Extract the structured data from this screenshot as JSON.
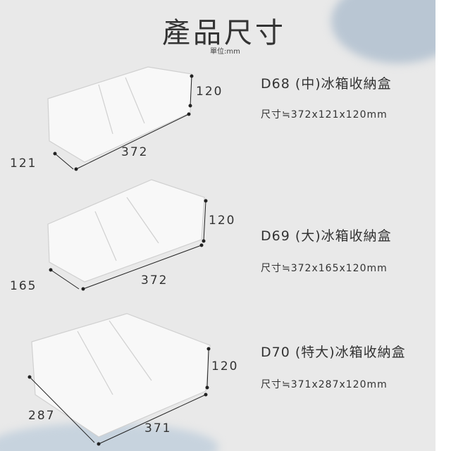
{
  "title": "產品尺寸",
  "unit": "單位:mm",
  "products": [
    {
      "name": "D68 (中)冰箱收納盒",
      "size": "尺寸≒372x121x120mm",
      "height": "120",
      "depth": "121",
      "width": "372"
    },
    {
      "name": "D69 (大)冰箱收納盒",
      "size": "尺寸≒372x165x120mm",
      "height": "120",
      "depth": "165",
      "width": "372"
    },
    {
      "name": "D70 (特大)冰箱收納盒",
      "size": "尺寸≒371x287x120mm",
      "height": "120",
      "depth": "287",
      "width": "371"
    }
  ]
}
